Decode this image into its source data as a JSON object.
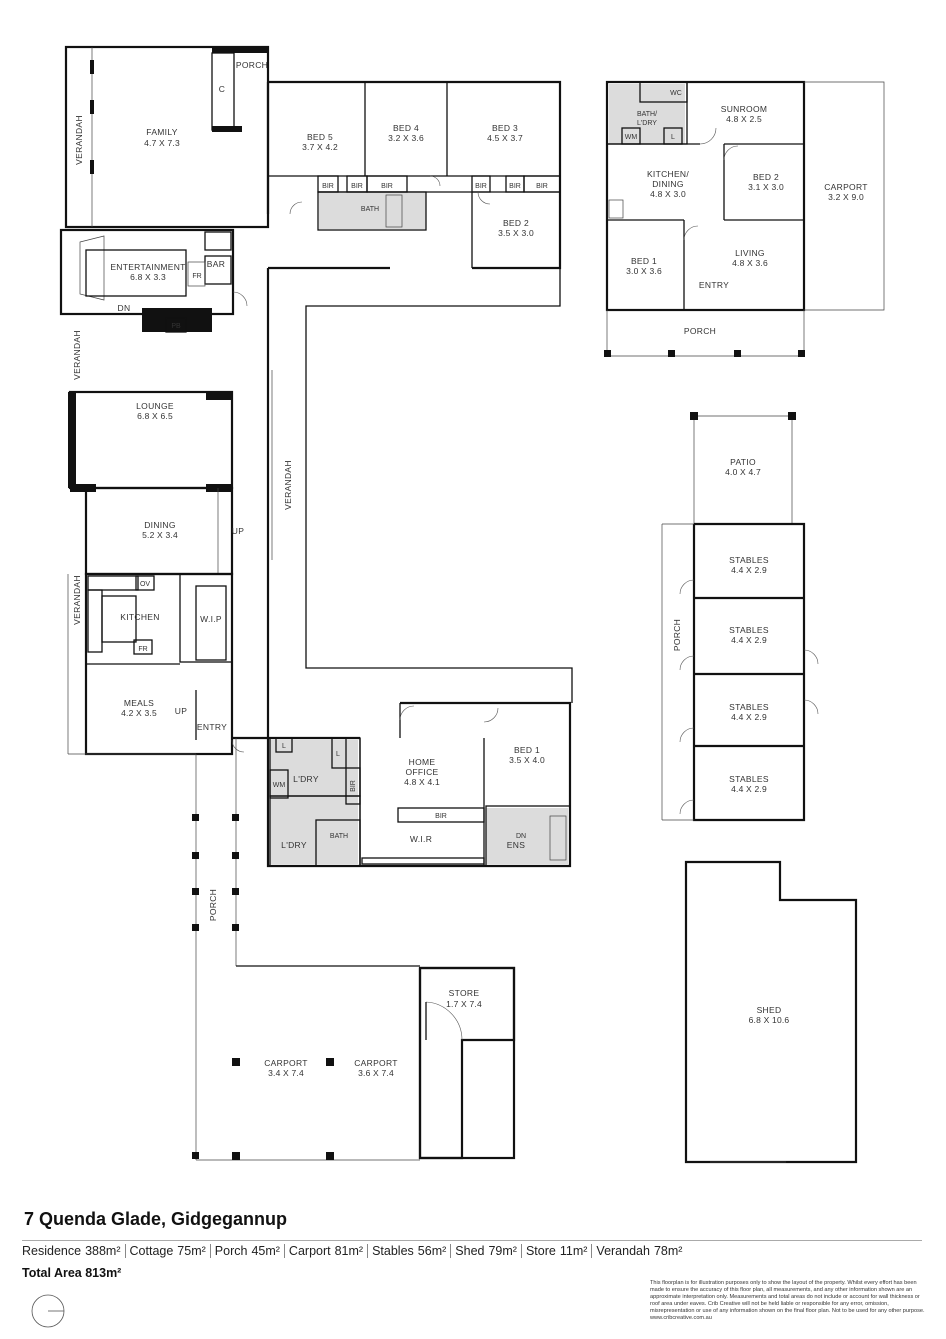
{
  "rooms": {
    "porch_top": "PORCH",
    "family": {
      "name": "FAMILY",
      "size": "4.7 X 7.3"
    },
    "verandah_left": "VERANDAH",
    "c": "C",
    "bed5": {
      "name": "BED 5",
      "size": "3.7 X 4.2"
    },
    "bed4": {
      "name": "BED 4",
      "size": "3.2 X 3.6"
    },
    "bed3": {
      "name": "BED 3",
      "size": "4.5 X 3.7"
    },
    "bir": "BIR",
    "bath": "BATH",
    "bed2": {
      "name": "BED 2",
      "size": "3.5 X 3.0"
    },
    "entertainment": {
      "name": "ENTERTAINMENT",
      "size": "6.8 X 3.3"
    },
    "bar": "BAR",
    "fr": "FR",
    "dn": "DN",
    "pb": "PB",
    "lounge": {
      "name": "LOUNGE",
      "size": "6.8 X 6.5"
    },
    "verandah_mid": "VERANDAH",
    "dining": {
      "name": "DINING",
      "size": "5.2 X 3.4"
    },
    "up": "UP",
    "verandah_low": "VERANDAH",
    "ov": "OV",
    "kitchen": "KITCHEN",
    "wip": "W.I.P",
    "meals": {
      "name": "MEALS",
      "size": "4.2 X 3.5"
    },
    "entry": "ENTRY",
    "l": "L",
    "ldry": "L'DRY",
    "wm": "WM",
    "home_office": {
      "name1": "HOME",
      "name2": "OFFICE",
      "size": "4.8 X 4.1"
    },
    "bed1": {
      "name": "BED 1",
      "size": "3.5 X 4.0"
    },
    "wir": "W.I.R",
    "ens": "ENS",
    "porch_vert": "PORCH",
    "store": {
      "name": "STORE",
      "size": "1.7 X 7.4"
    },
    "carport1": {
      "name": "CARPORT",
      "size": "3.4 X 7.4"
    },
    "carport2": {
      "name": "CARPORT",
      "size": "3.6 X 7.4"
    },
    "cottage": {
      "wc": "WC",
      "bath_ldry1": "BATH/",
      "bath_ldry2": "L'DRY",
      "sunroom": {
        "name": "SUNROOM",
        "size": "4.8 X 2.5"
      },
      "kitchen1": "KITCHEN/",
      "kitchen2": "DINING",
      "kitchen_size": "4.8 X 3.0",
      "bed2": {
        "name": "BED 2",
        "size": "3.1 X 3.0"
      },
      "carport": {
        "name": "CARPORT",
        "size": "3.2 X 9.0"
      },
      "bed1": {
        "name": "BED 1",
        "size": "3.0 X 3.6"
      },
      "living": {
        "name": "LIVING",
        "size": "4.8 X 3.6"
      },
      "entry": "ENTRY",
      "porch": "PORCH"
    },
    "patio": {
      "name": "PATIO",
      "size": "4.0 X 4.7"
    },
    "stables": {
      "name": "STABLES",
      "size": "4.4 X 2.9"
    },
    "porch_stables": "PORCH",
    "shed": {
      "name": "SHED",
      "size": "6.8 X 10.6"
    }
  },
  "footer": {
    "title": "7 Quenda Glade, Gidgegannup",
    "areas": [
      {
        "label": "Residence",
        "value": "388m²"
      },
      {
        "label": "Cottage",
        "value": "75m²"
      },
      {
        "label": "Porch",
        "value": "45m²"
      },
      {
        "label": "Carport",
        "value": "81m²"
      },
      {
        "label": "Stables",
        "value": "56m²"
      },
      {
        "label": "Shed",
        "value": "79m²"
      },
      {
        "label": "Store",
        "value": "11m²"
      },
      {
        "label": "Verandah",
        "value": "78m²"
      }
    ],
    "total": "Total Area  813m²",
    "disclaimer": "This floorplan is for illustration purposes only to show the layout of the property. Whilst every effort has been made to ensure the accuracy of this floor plan, all measurements, and any other information shown are an approximate interpretation only. Measurements and total areas do not include or account for wall thickness or roof area under eaves. Crib Creative will not be held liable or responsible for any error, omission, misrepresentation or use of any information shown on the final floor plan. Not to be used for any other purpose. www.cribcreative.com.au"
  }
}
